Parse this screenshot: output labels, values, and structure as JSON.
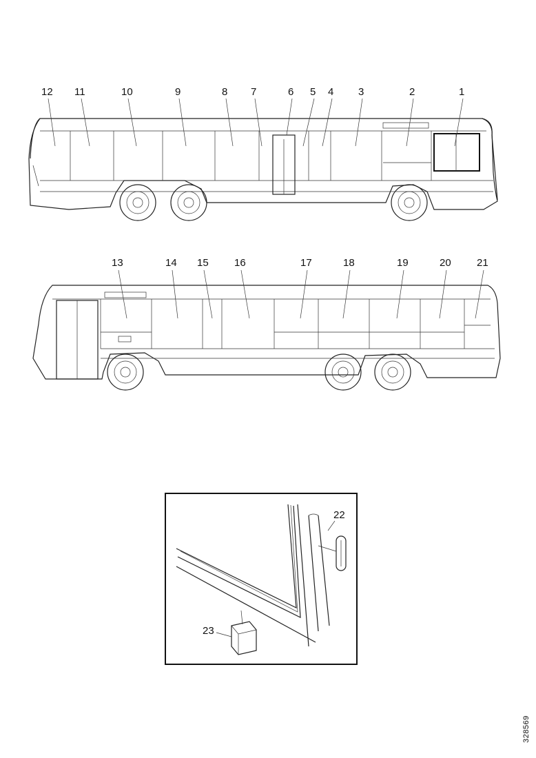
{
  "callouts_side_a": [
    "12",
    "11",
    "10",
    "9",
    "8",
    "7",
    "6",
    "5",
    "4",
    "3",
    "2",
    "1"
  ],
  "callouts_side_b": [
    "13",
    "14",
    "15",
    "16",
    "17",
    "18",
    "19",
    "20",
    "21"
  ],
  "callouts_detail": [
    "22",
    "23"
  ],
  "document_code": "328569"
}
